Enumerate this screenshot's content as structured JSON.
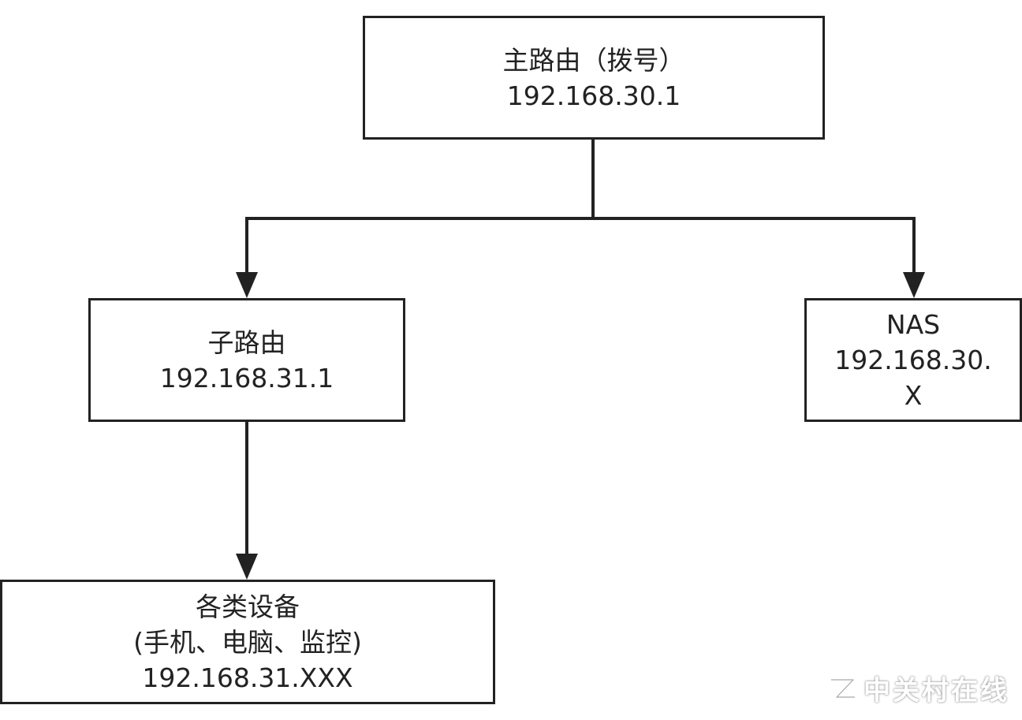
{
  "nodes": {
    "main_router": {
      "line1": "主路由（拨号）",
      "line2": "192.168.30.1"
    },
    "sub_router": {
      "line1": "子路由",
      "line2": "192.168.31.1"
    },
    "nas": {
      "line1": "NAS",
      "line2": "192.168.30.",
      "line3": "X"
    },
    "devices": {
      "line1": "各类设备",
      "line2": "(手机、电脑、监控)",
      "line3": "192.168.31.XXX"
    }
  },
  "edges": [
    {
      "from": "main_router",
      "to": "sub_router"
    },
    {
      "from": "main_router",
      "to": "nas"
    },
    {
      "from": "sub_router",
      "to": "devices"
    }
  ],
  "watermark": {
    "text": "中关村在线",
    "icon": "zol-logo-icon"
  },
  "colors": {
    "stroke": "#222222",
    "background": "#ffffff"
  }
}
